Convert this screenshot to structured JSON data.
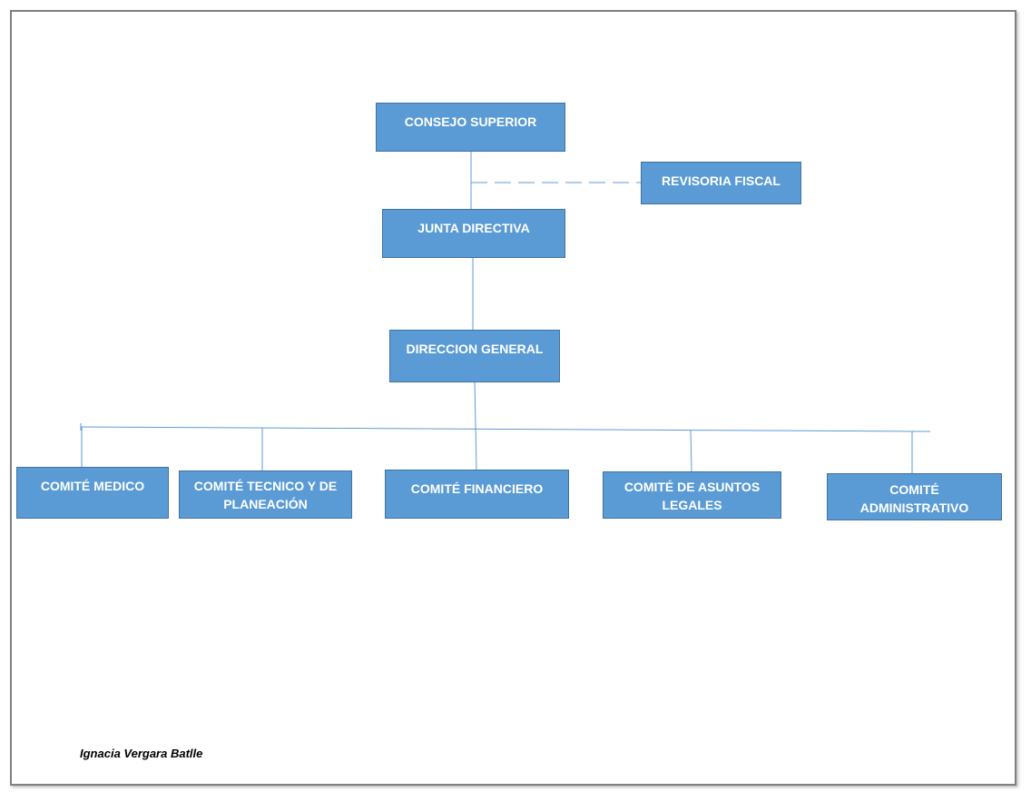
{
  "diagram": {
    "nodes": {
      "consejo_superior": "CONSEJO SUPERIOR",
      "revisoria_fiscal": "REVISORIA FISCAL",
      "junta_directiva": "JUNTA DIRECTIVA",
      "direccion_general": "DIRECCION GENERAL",
      "comite_medico": "COMITÉ MEDICO",
      "comite_tecnico": "COMITÉ TECNICO Y DE PLANEACIÓN",
      "comite_financiero": "COMITÉ FINANCIERO",
      "comite_legales": "COMITÉ DE ASUNTOS LEGALES",
      "comite_administrativo": "COMITÉ ADMINISTRATIVO"
    },
    "author": "Ignacia Vergara Batlle",
    "colors": {
      "node_fill": "#5b9bd5",
      "node_border": "#41719c",
      "connector": "#5b9bd5",
      "frame": "#808080"
    }
  }
}
